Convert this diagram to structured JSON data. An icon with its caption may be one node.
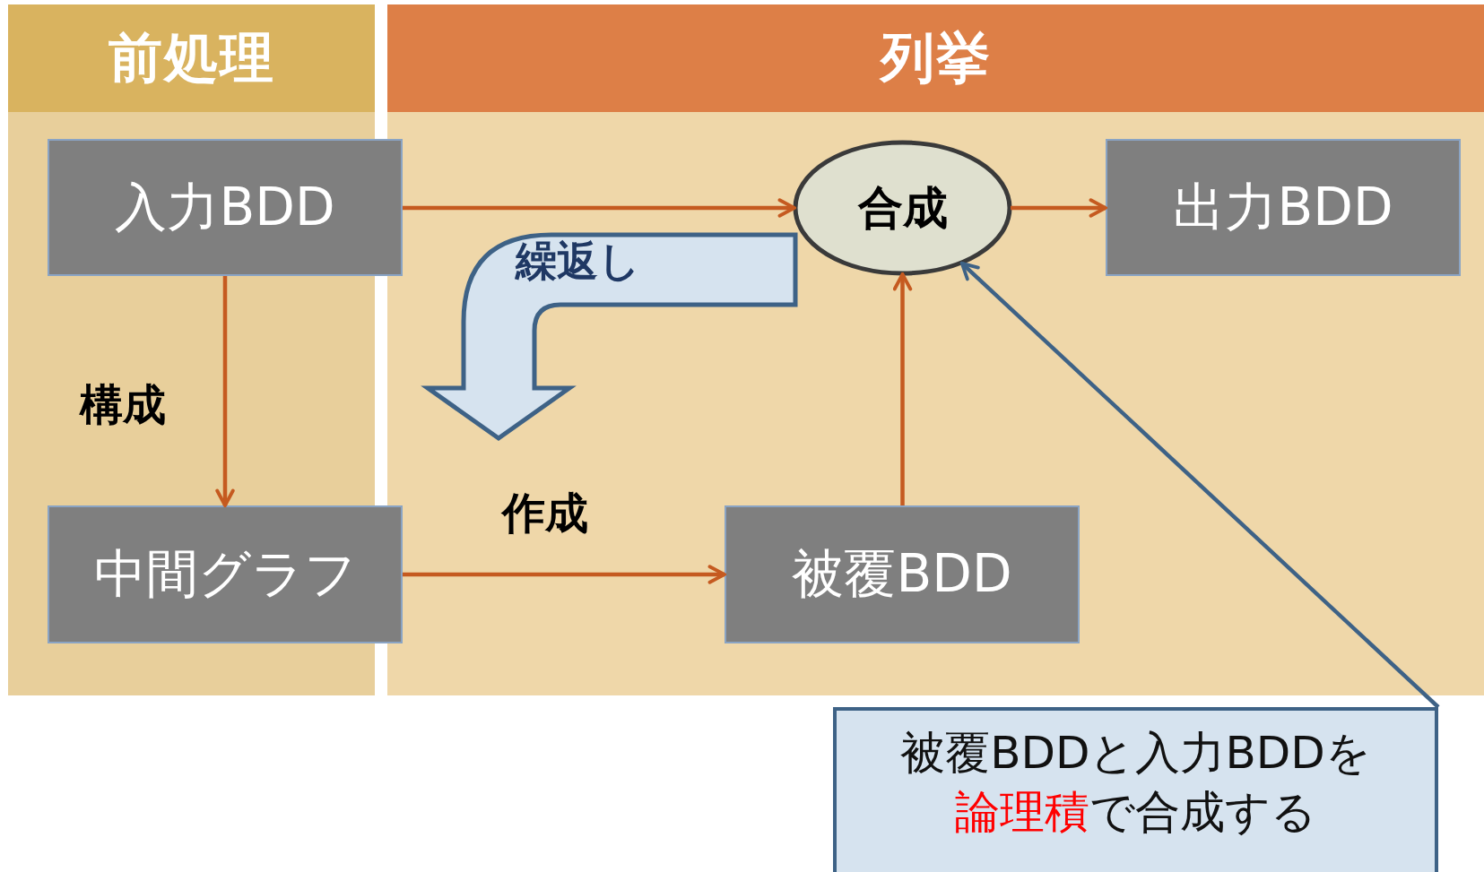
{
  "diagram": {
    "nodes": [
      {
        "text": [
          "前処理"
        ]
      },
      {
        "text": [
          "列挙"
        ]
      },
      {
        "text": [
          "入力BDD"
        ],
        "in": 0
      },
      {
        "text": [
          "合成"
        ],
        "in": 1
      },
      {
        "text": [
          "出力BDD"
        ],
        "in": 1
      },
      {
        "text": [
          "繰返し"
        ],
        "in": 1
      },
      {
        "text": [
          "中間グラフ"
        ],
        "in": 0
      },
      {
        "text": [
          "被覆BDD"
        ],
        "in": 1
      },
      {
        "text": [
          "被覆BDDと入力BDDを**論理積**で合成する"
        ]
      }
    ],
    "edges": [
      {
        "from": 2,
        "to": 3,
        "arrow": "to"
      },
      {
        "from": 3,
        "to": 4,
        "arrow": "to"
      },
      {
        "from": 2,
        "to": 6,
        "arrow": "to",
        "label": "構成"
      },
      {
        "from": 6,
        "to": 7,
        "arrow": "to",
        "label": "作成"
      },
      {
        "from": 7,
        "to": 3,
        "arrow": "to"
      },
      {
        "from": 8,
        "to": 3,
        "arrow": "to",
        "color": "#3e6286"
      }
    ]
  }
}
